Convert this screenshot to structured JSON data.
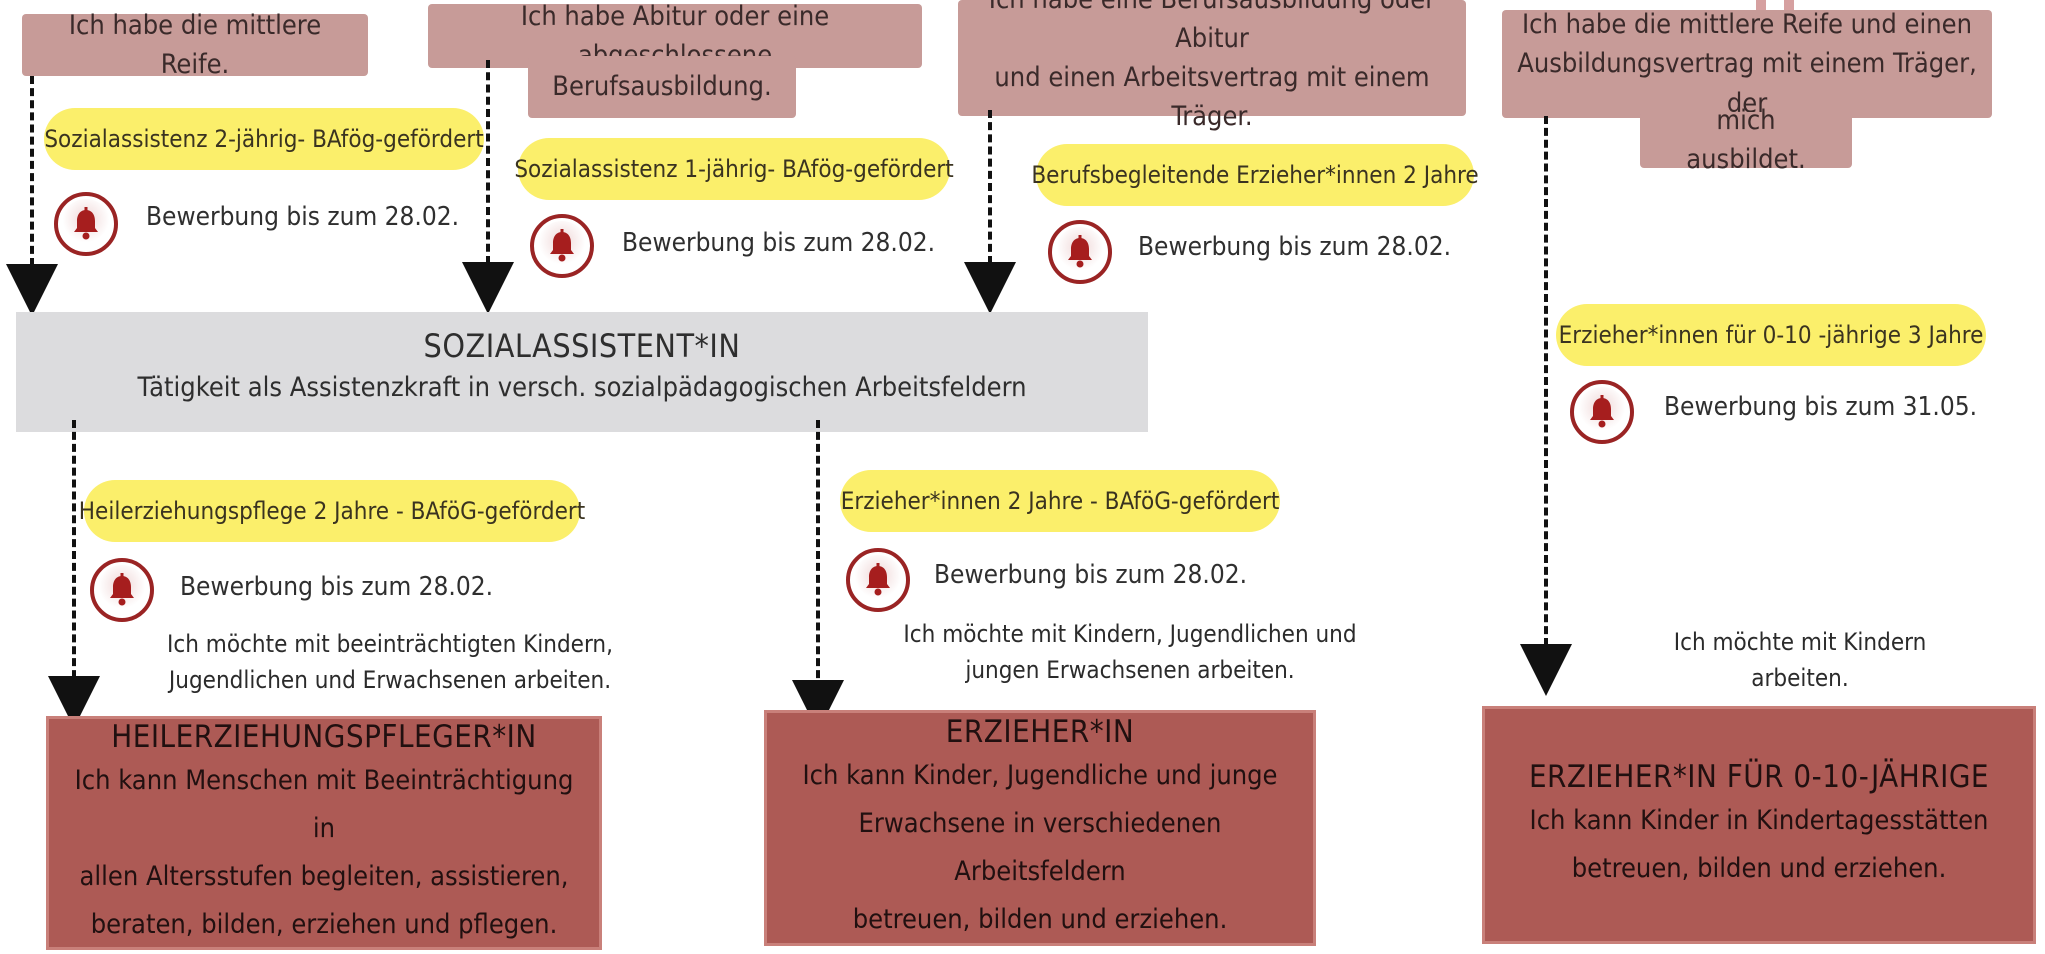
{
  "requirements": {
    "mittlere_reife": "Ich habe die mittlere Reife.",
    "abitur": [
      "Ich habe Abitur oder eine abgeschlossene",
      "Berufsausbildung."
    ],
    "berufsausbildung_vertrag": [
      "Ich habe eine Berufsausbildung oder Abitur",
      "und einen Arbeitsvertrag mit einem Träger."
    ],
    "mittlere_reife_vertrag": [
      "Ich habe die mittlere Reife und einen",
      "Ausbildungsvertrag mit einem Träger, der",
      "mich ausbildet."
    ]
  },
  "programs": {
    "sozialassistenz_2": "Sozialassistenz 2-jährig- BAfög-gefördert",
    "sozialassistenz_1": "Sozialassistenz 1-jährig- BAfög-gefördert",
    "berufsbegleitend": "Berufsbegleitende Erzieher*innen 2 Jahre",
    "erzieher_0_10": "Erzieher*innen für 0-10 -jährige 3 Jahre",
    "heilerziehungspflege": "Heilerziehungspflege 2 Jahre - BAföG-gefördert",
    "erzieher_2": "Erzieher*innen 2 Jahre - BAföG-gefördert"
  },
  "deadlines": {
    "d1": "Bewerbung bis zum 28.02.",
    "d2": "Bewerbung bis zum 28.02.",
    "d3": "Bewerbung bis zum 28.02.",
    "d4": "Bewerbung bis zum 31.05.",
    "d5": "Bewerbung bis zum 28.02.",
    "d6": "Bewerbung bis zum 28.02."
  },
  "sozialassistent": {
    "title": "SOZIALASSISTENT*IN",
    "subtitle": "Tätigkeit als Assistenzkraft in versch. sozialpädagogischen Arbeitsfeldern"
  },
  "wishes": {
    "heil": [
      "Ich möchte mit beeinträchtigten Kindern,",
      "Jugendlichen und Erwachsenen arbeiten."
    ],
    "erz": [
      "Ich möchte mit Kindern, Jugendlichen und",
      "jungen Erwachsenen arbeiten."
    ],
    "kids": "Ich möchte mit Kindern arbeiten."
  },
  "outcomes": {
    "heil": {
      "title": "HEILERZIEHUNGSPFLEGER*IN",
      "lines": [
        "Ich kann Menschen mit Beeinträchtigung in",
        "allen Altersstufen begleiten, assistieren,",
        "beraten, bilden, erziehen  und pflegen."
      ]
    },
    "erz": {
      "title": "ERZIEHER*IN",
      "lines": [
        "Ich kann  Kinder, Jugendliche und junge",
        "Erwachsene in verschiedenen Arbeitsfeldern",
        "betreuen, bilden und erziehen."
      ]
    },
    "kids": {
      "title": "ERZIEHER*IN FÜR 0-10-JÄHRIGE",
      "lines": [
        "Ich kann Kinder in Kindertagesstätten",
        "betreuen, bilden und erziehen."
      ]
    }
  },
  "colors": {
    "requirement": "#c79b98",
    "program": "#fbef6b",
    "bell_ring": "#9a2424",
    "hub": "#dcdcde",
    "outcome": "#ad5a55"
  },
  "icons": {
    "deadline": "alarm-bell-icon"
  }
}
